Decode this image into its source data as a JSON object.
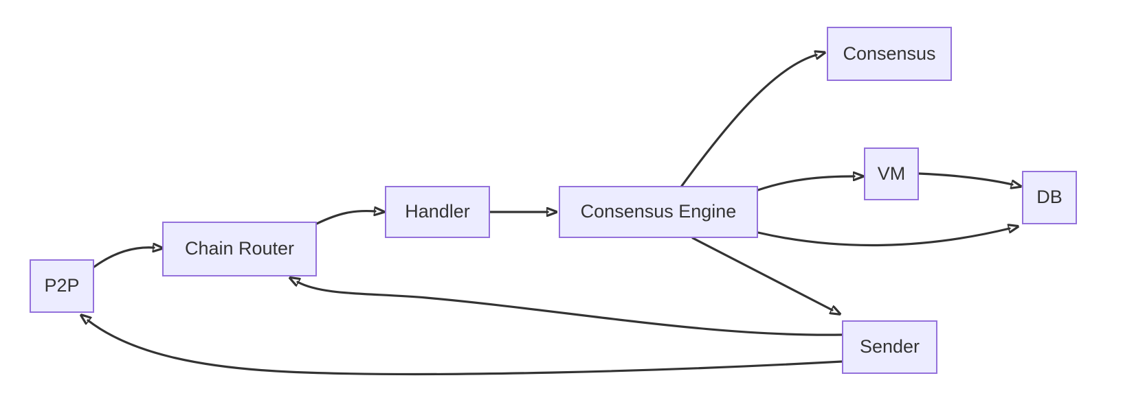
{
  "diagram": {
    "type": "flowchart",
    "background_color": "#ffffff",
    "node_fill_color": "#ECECFF",
    "node_border_color": "#9370DB",
    "edge_color": "#333333",
    "text_color": "#333333",
    "nodes": [
      {
        "id": "p2p",
        "label": "P2P"
      },
      {
        "id": "chain_router",
        "label": "Chain Router"
      },
      {
        "id": "handler",
        "label": "Handler"
      },
      {
        "id": "consensus_engine",
        "label": "Consensus Engine"
      },
      {
        "id": "consensus",
        "label": "Consensus"
      },
      {
        "id": "vm",
        "label": "VM"
      },
      {
        "id": "db",
        "label": "DB"
      },
      {
        "id": "sender",
        "label": "Sender"
      }
    ],
    "edges": [
      {
        "from": "P2P",
        "to": "Chain Router"
      },
      {
        "from": "Chain Router",
        "to": "Handler"
      },
      {
        "from": "Handler",
        "to": "Consensus Engine"
      },
      {
        "from": "Consensus Engine",
        "to": "Consensus"
      },
      {
        "from": "Consensus Engine",
        "to": "VM"
      },
      {
        "from": "VM",
        "to": "DB"
      },
      {
        "from": "Consensus Engine",
        "to": "DB"
      },
      {
        "from": "Consensus Engine",
        "to": "Sender"
      },
      {
        "from": "Sender",
        "to": "Chain Router"
      },
      {
        "from": "Sender",
        "to": "P2P"
      }
    ]
  }
}
